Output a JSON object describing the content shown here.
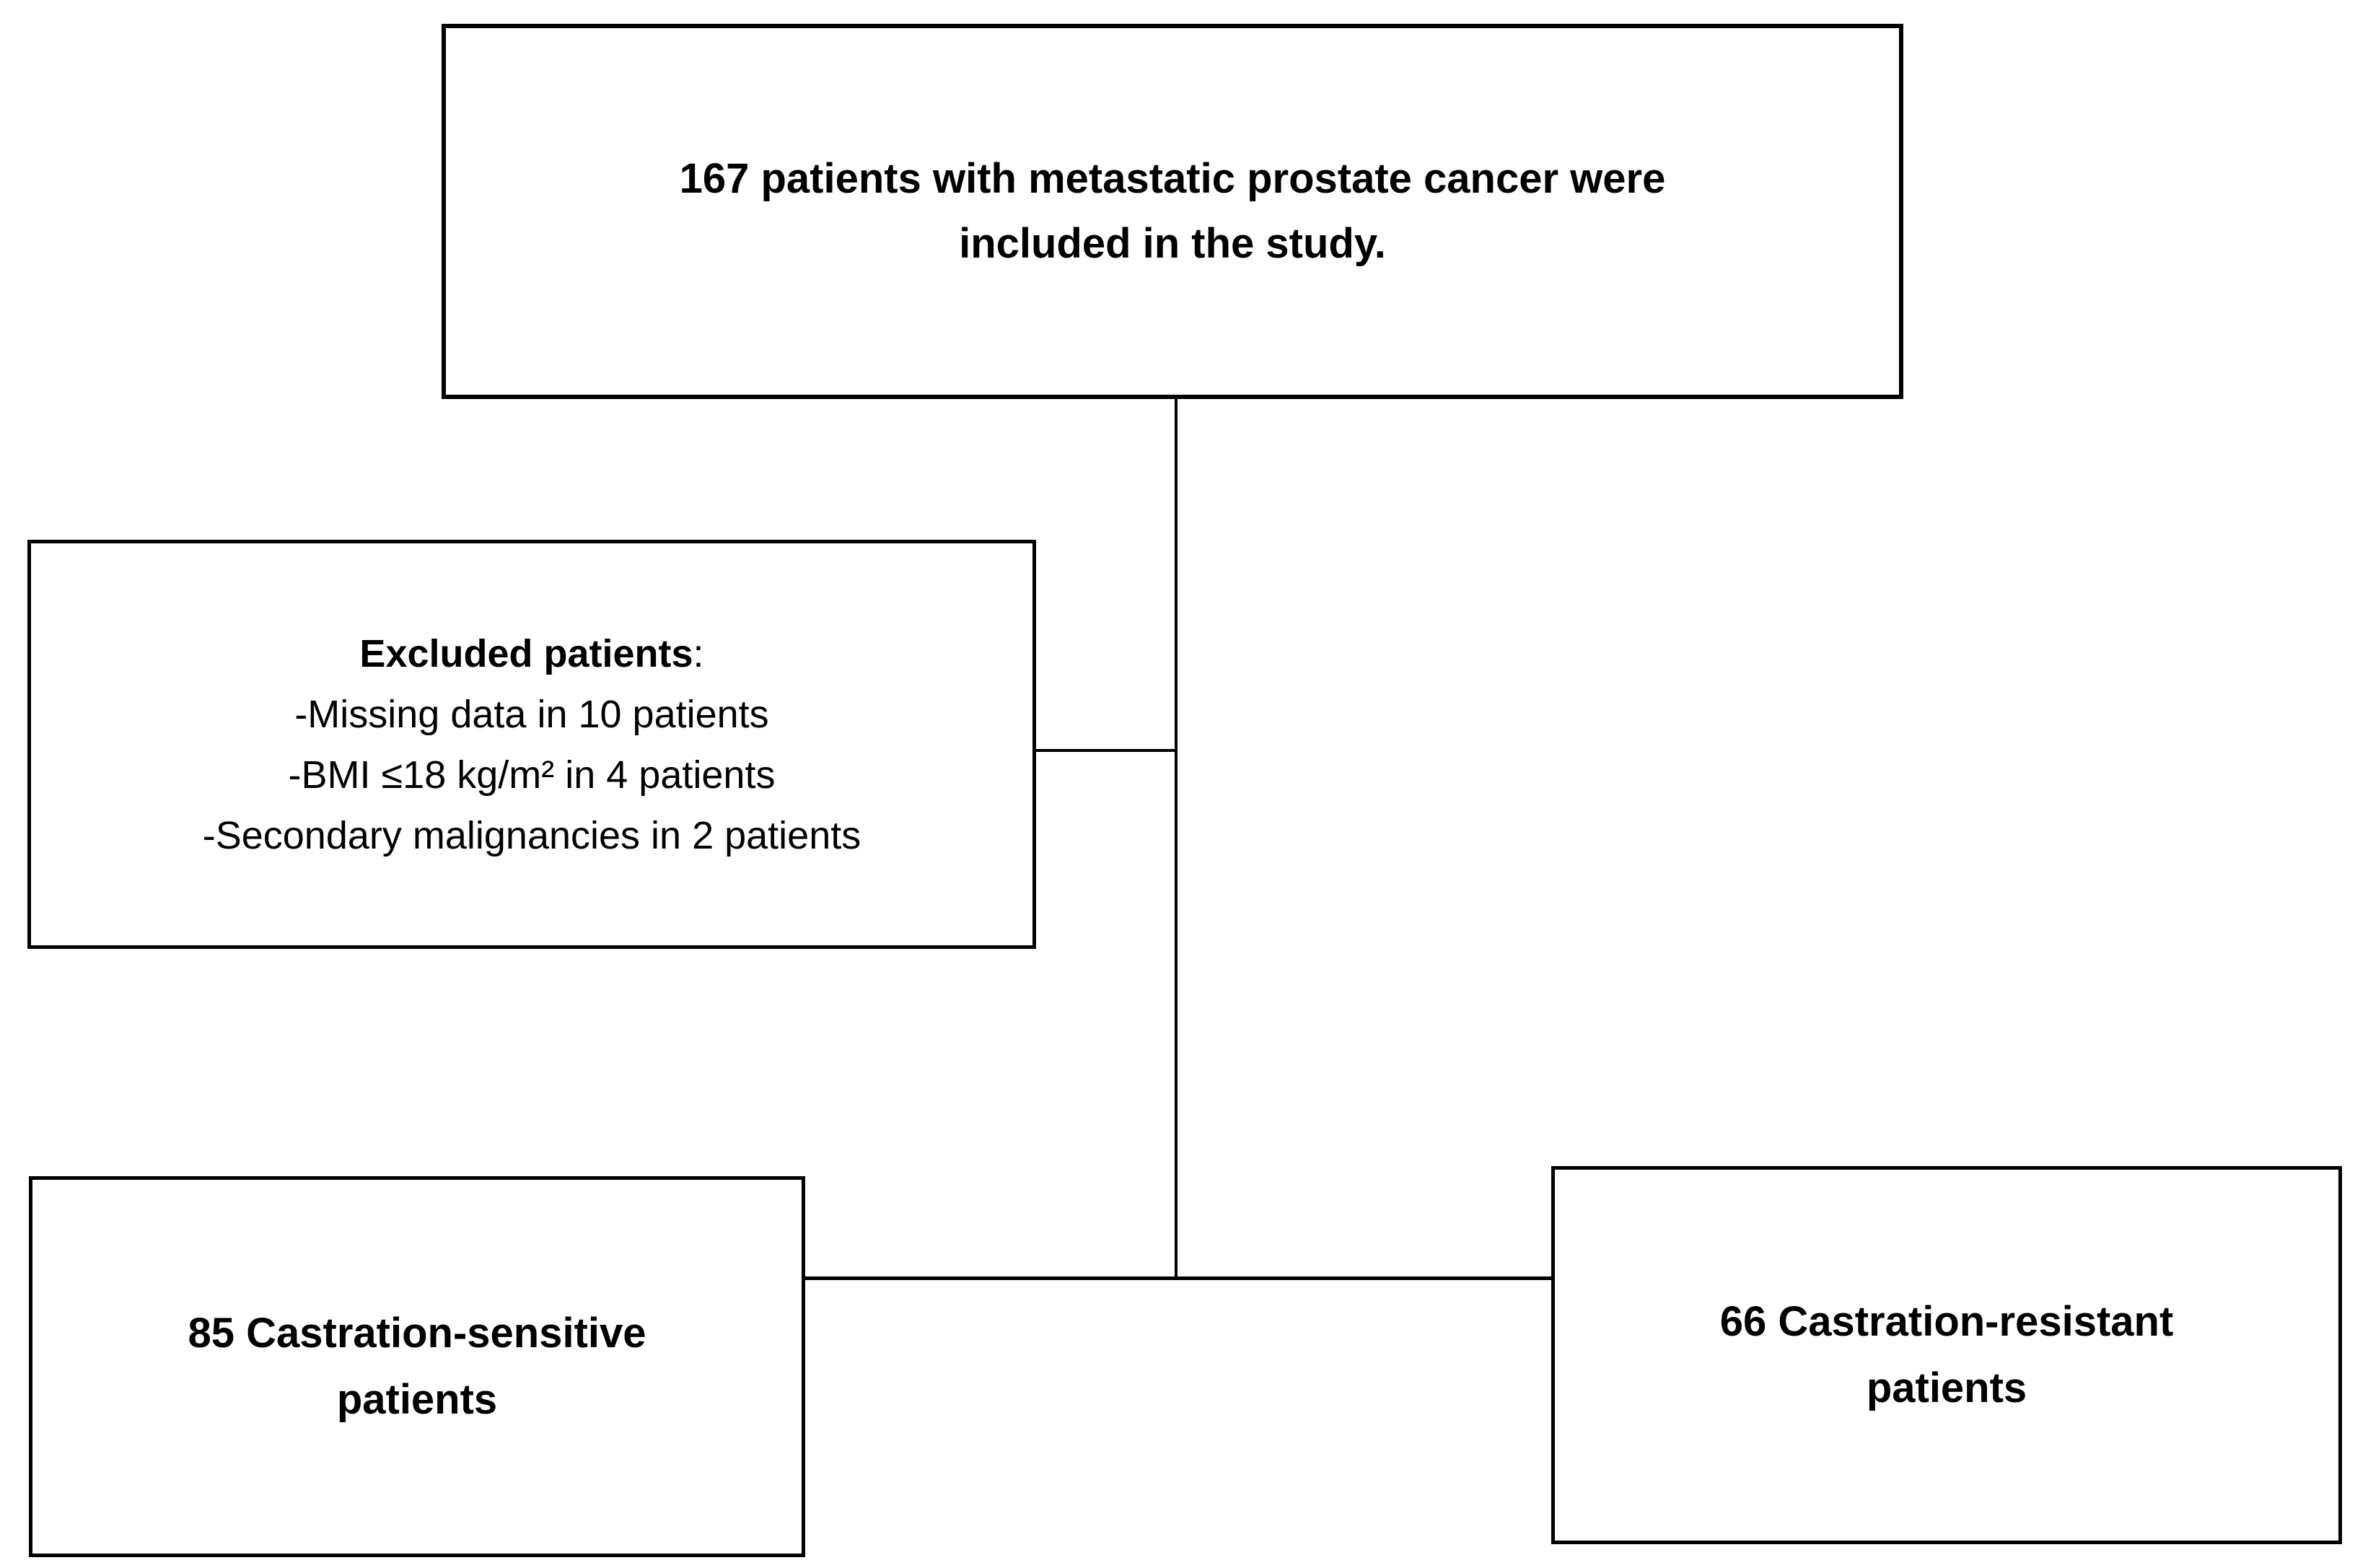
{
  "diagram": {
    "background_color": "#ffffff",
    "line_color": "#000000",
    "text_color": "#000000",
    "top_box": {
      "lines": [
        "167 patients with metastatic prostate cancer were",
        "included in the study."
      ]
    },
    "excluded_box": {
      "heading": "Excluded patients",
      "heading_colon": ":",
      "items": [
        "-Missing data in 10 patients",
        "-BMI ≤18 kg/m² in 4 patients",
        "-Secondary malignancies in 2 patients"
      ]
    },
    "sensitive_box": {
      "lines": [
        "85 Castration-sensitive",
        "patients"
      ]
    },
    "resistant_box": {
      "lines": [
        "66 Castration-resistant",
        "patients"
      ]
    }
  }
}
